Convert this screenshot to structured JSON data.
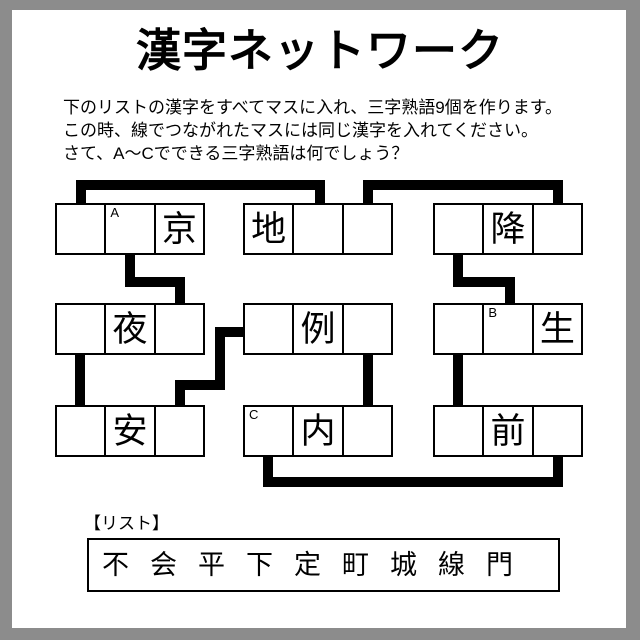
{
  "title": "漢字ネットワーク",
  "instructions": [
    "下のリストの漢字をすべてマスに入れ、三字熟語9個を作ります。",
    "この時、線でつながれたマスには同じ漢字を入れてください。",
    "さて、A～Cでできる三字熟語は何でしょう？"
  ],
  "puzzle": {
    "boxes": [
      {
        "name": "box-1",
        "cells": [
          {
            "label": "",
            "text": ""
          },
          {
            "label": "A",
            "text": ""
          },
          {
            "label": "",
            "text": "京"
          }
        ]
      },
      {
        "name": "box-2",
        "cells": [
          {
            "label": "",
            "text": "地"
          },
          {
            "label": "",
            "text": ""
          },
          {
            "label": "",
            "text": ""
          }
        ]
      },
      {
        "name": "box-3",
        "cells": [
          {
            "label": "",
            "text": ""
          },
          {
            "label": "",
            "text": "降"
          },
          {
            "label": "",
            "text": ""
          }
        ]
      },
      {
        "name": "box-4",
        "cells": [
          {
            "label": "",
            "text": ""
          },
          {
            "label": "",
            "text": "夜"
          },
          {
            "label": "",
            "text": ""
          }
        ]
      },
      {
        "name": "box-5",
        "cells": [
          {
            "label": "",
            "text": ""
          },
          {
            "label": "",
            "text": "例"
          },
          {
            "label": "",
            "text": ""
          }
        ]
      },
      {
        "name": "box-6",
        "cells": [
          {
            "label": "",
            "text": ""
          },
          {
            "label": "B",
            "text": ""
          },
          {
            "label": "",
            "text": "生"
          }
        ]
      },
      {
        "name": "box-7",
        "cells": [
          {
            "label": "",
            "text": ""
          },
          {
            "label": "",
            "text": "安"
          },
          {
            "label": "",
            "text": ""
          }
        ]
      },
      {
        "name": "box-8",
        "cells": [
          {
            "label": "C",
            "text": ""
          },
          {
            "label": "",
            "text": "内"
          },
          {
            "label": "",
            "text": ""
          }
        ]
      },
      {
        "name": "box-9",
        "cells": [
          {
            "label": "",
            "text": ""
          },
          {
            "label": "",
            "text": "前"
          },
          {
            "label": "",
            "text": ""
          }
        ]
      }
    ],
    "connections": [
      {
        "from": "box-1.cell-1",
        "to": "box-2.cell-2"
      },
      {
        "from": "box-2.cell-3",
        "to": "box-3.cell-3"
      },
      {
        "from": "box-1.cell-2",
        "to": "box-4.cell-3"
      },
      {
        "from": "box-3.cell-1",
        "to": "box-6.cell-2"
      },
      {
        "from": "box-4.cell-1",
        "to": "box-7.cell-1"
      },
      {
        "from": "box-5.cell-1",
        "to": "box-7.cell-3"
      },
      {
        "from": "box-5.cell-3",
        "to": "box-8.cell-3"
      },
      {
        "from": "box-6.cell-1",
        "to": "box-9.cell-1"
      },
      {
        "from": "box-8.cell-1",
        "to": "box-9.cell-3"
      }
    ]
  },
  "list": {
    "heading": "【リスト】",
    "kanji": [
      "不",
      "会",
      "平",
      "下",
      "定",
      "町",
      "城",
      "線",
      "門"
    ]
  },
  "colors": {
    "frame": "#8c8c8c",
    "paper": "#ffffff",
    "line": "#000000"
  }
}
